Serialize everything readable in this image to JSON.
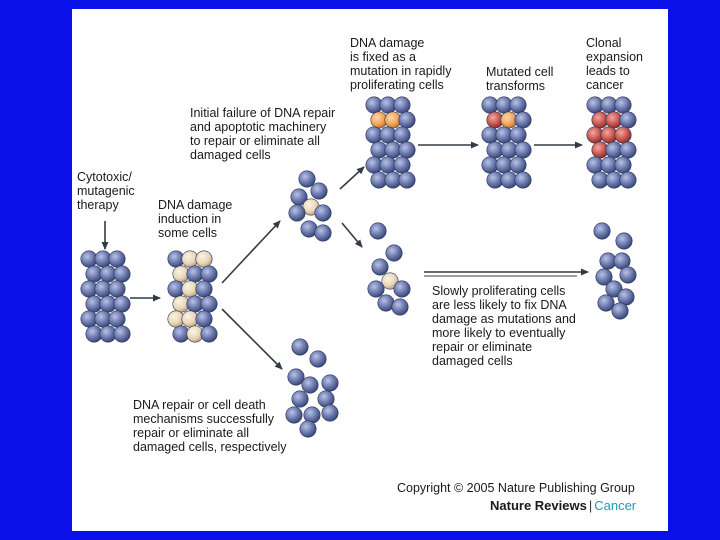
{
  "labels": {
    "therapy": [
      "Cytotoxic/",
      "mutagenic",
      "therapy"
    ],
    "induction": [
      "DNA damage",
      "induction in",
      "some cells"
    ],
    "failure": [
      "Initial failure of DNA repair",
      "and apoptotic machinery",
      "to repair or eliminate all",
      "damaged cells"
    ],
    "fixed": [
      "DNA damage",
      "is fixed as a",
      "mutation in rapidly",
      "proliferating cells"
    ],
    "mutated": [
      "Mutated cell",
      "transforms"
    ],
    "clonal": [
      "Clonal",
      "expansion",
      "leads to",
      "cancer"
    ],
    "slow": [
      "Slowly proliferating cells",
      "are less likely to fix DNA",
      "damage as mutations and",
      "more likely to eventually",
      "repair or eliminate",
      "damaged cells"
    ],
    "repair": [
      "DNA repair or cell death",
      "mechanisms successfully",
      "repair or eliminate all",
      "damaged cells, respectively"
    ]
  },
  "footer": {
    "copyright": "Copyright © 2005 Nature Publishing Group",
    "brand_main": "Nature Reviews",
    "brand_sep": "|",
    "brand_sub": "Cancer"
  },
  "colors": {
    "background": "#0a10e8",
    "panel": "#ffffff",
    "normal_cell": "#6a78ad",
    "damaged_cell": "#e9d7b8",
    "fixed_mutation_cell": "#f0a45a",
    "transformed_cell": "#c4534c",
    "arrow": "#333c46",
    "brand_accent": "#1f9bb5"
  }
}
